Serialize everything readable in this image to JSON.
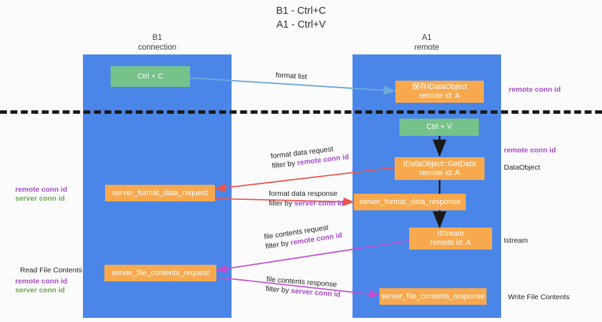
{
  "title": "B1 - Ctrl+C\nA1 - Ctrl+V",
  "lanes": [
    {
      "name": "lane-b1",
      "title": "B1\nconnection",
      "color": "#4a86e8"
    },
    {
      "name": "lane-a1",
      "title": "A1\nremote",
      "color": "#4a86e8"
    }
  ],
  "nodes": {
    "ctrl_c": "Ctrl + C",
    "ctrl_v": "Ctrl + V",
    "save_idataobject": "保存IDataObject\nremote id: A",
    "getdata": "IDataObject::GetData\nremote id: A",
    "server_format_data_request": "server_format_data_request",
    "server_format_data_response": "server_format_data_response",
    "istream": "IStream\nremote id: A",
    "server_file_contents_request": "server_file_contents_request",
    "server_file_contents_response": "server_file_contents_response"
  },
  "edges": {
    "format_list": "format list",
    "format_data_request": "format data request",
    "format_data_request_filter_prefix": "filter by ",
    "format_data_request_filter_key": "remote conn id",
    "format_data_response": "format data response",
    "format_data_response_filter_prefix": "filter by ",
    "format_data_response_filter_key": "server conn id",
    "file_contents_request": "file contents request",
    "file_contents_request_filter_prefix": "filter by ",
    "file_contents_request_filter_key": "remote conn id",
    "file_contents_response": "file contents response",
    "file_contents_response_filter_prefix": "filter by ",
    "file_contents_response_filter_key": "server conn id"
  },
  "side_labels": {
    "right_remote_conn_id_top": "remote conn id",
    "right_remote_conn_id_mid": "remote conn id",
    "right_dataobject": "DataObject",
    "right_istream": "Istream",
    "right_write_file_contents": "Write File Contents",
    "left_read_file_contents": "Read File Contents"
  },
  "legends": {
    "left_mid_remote": "remote conn id",
    "left_mid_server": "server conn id",
    "left_bottom_remote": "remote conn id",
    "left_bottom_server": "server conn id"
  },
  "colors": {
    "lane": "#4a86e8",
    "green_node": "#76c28a",
    "orange_node": "#f8a94e",
    "arrow_blue": "#6fa8dc",
    "arrow_red": "#e8554e",
    "arrow_magenta": "#c04fd0",
    "arrow_black": "#1a1a1a",
    "keyword_purple": "#a64ac9",
    "keyword_green": "#6aa84f",
    "divider": "#1a1a1a"
  }
}
